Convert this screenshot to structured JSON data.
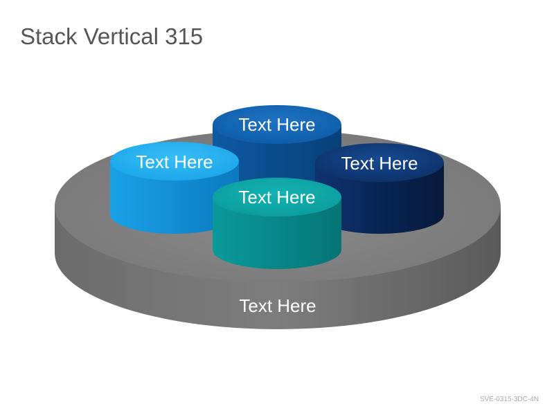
{
  "title": "Stack Vertical 315",
  "base": {
    "label": "Text Here"
  },
  "cylinders": [
    {
      "id": "top",
      "label": "Text Here",
      "color": "#0a5ca9"
    },
    {
      "id": "left",
      "label": "Text Here",
      "color": "#1ba8ec"
    },
    {
      "id": "right",
      "label": "Text Here",
      "color": "#0d2d63"
    },
    {
      "id": "front",
      "label": "Text Here",
      "color": "#0a9c9c"
    }
  ],
  "colors": {
    "base": "#808080",
    "title": "#555555",
    "footer": "#aaaaaa"
  },
  "footer_code": "SVE-0315-3DC-4N"
}
